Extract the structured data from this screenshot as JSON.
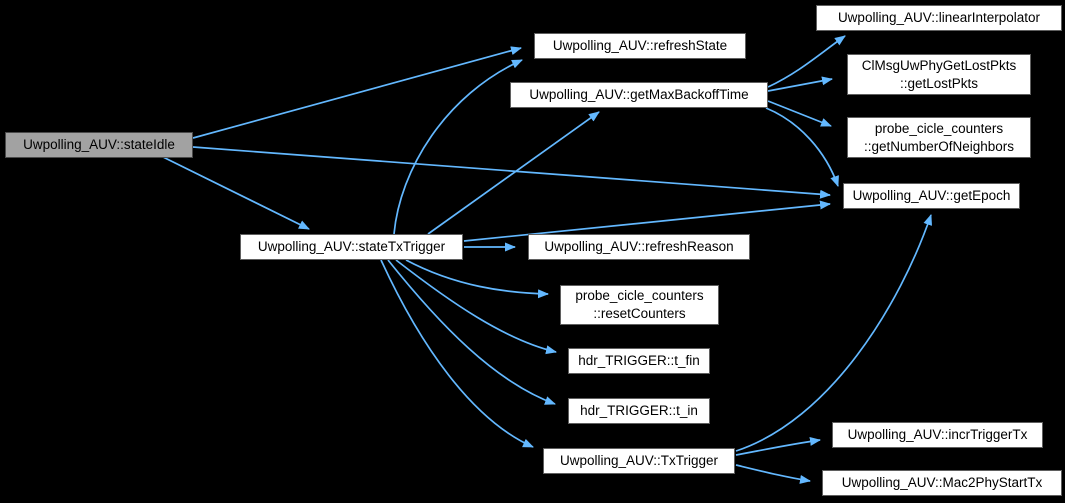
{
  "diagram": {
    "type": "call-graph",
    "background_color": "#000000",
    "edge_color": "#63b8ff",
    "node_fill": "#ffffff",
    "node_border": "#5f5f5f",
    "highlight_fill": "#a2a2a2",
    "nodes": {
      "stateIdle": {
        "label": "Uwpolling_AUV::stateIdle",
        "highlighted": true
      },
      "refreshState": {
        "label": "Uwpolling_AUV::refreshState"
      },
      "getMaxBackoffTime": {
        "label": "Uwpolling_AUV::getMaxBackoffTime"
      },
      "linearInterpolator": {
        "label": "Uwpolling_AUV::linearInterpolator"
      },
      "getLostPkts": {
        "line1": "ClMsgUwPhyGetLostPkts",
        "line2": "::getLostPkts"
      },
      "getNumberOfNeighbors": {
        "line1": "probe_cicle_counters",
        "line2": "::getNumberOfNeighbors"
      },
      "getEpoch": {
        "label": "Uwpolling_AUV::getEpoch"
      },
      "stateTxTrigger": {
        "label": "Uwpolling_AUV::stateTxTrigger"
      },
      "refreshReason": {
        "label": "Uwpolling_AUV::refreshReason"
      },
      "resetCounters": {
        "line1": "probe_cicle_counters",
        "line2": "::resetCounters"
      },
      "t_fin": {
        "label": "hdr_TRIGGER::t_fin"
      },
      "t_in": {
        "label": "hdr_TRIGGER::t_in"
      },
      "TxTrigger": {
        "label": "Uwpolling_AUV::TxTrigger"
      },
      "incrTriggerTx": {
        "label": "Uwpolling_AUV::incrTriggerTx"
      },
      "Mac2PhyStartTx": {
        "label": "Uwpolling_AUV::Mac2PhyStartTx"
      }
    },
    "edges": [
      {
        "from": "stateIdle",
        "to": "refreshState"
      },
      {
        "from": "stateIdle",
        "to": "getEpoch"
      },
      {
        "from": "stateIdle",
        "to": "stateTxTrigger"
      },
      {
        "from": "stateTxTrigger",
        "to": "refreshState"
      },
      {
        "from": "stateTxTrigger",
        "to": "getMaxBackoffTime"
      },
      {
        "from": "stateTxTrigger",
        "to": "getEpoch"
      },
      {
        "from": "stateTxTrigger",
        "to": "refreshReason"
      },
      {
        "from": "stateTxTrigger",
        "to": "resetCounters"
      },
      {
        "from": "stateTxTrigger",
        "to": "t_fin"
      },
      {
        "from": "stateTxTrigger",
        "to": "t_in"
      },
      {
        "from": "stateTxTrigger",
        "to": "TxTrigger"
      },
      {
        "from": "getMaxBackoffTime",
        "to": "linearInterpolator"
      },
      {
        "from": "getMaxBackoffTime",
        "to": "getLostPkts"
      },
      {
        "from": "getMaxBackoffTime",
        "to": "getNumberOfNeighbors"
      },
      {
        "from": "getMaxBackoffTime",
        "to": "getEpoch"
      },
      {
        "from": "TxTrigger",
        "to": "getEpoch"
      },
      {
        "from": "TxTrigger",
        "to": "incrTriggerTx"
      },
      {
        "from": "TxTrigger",
        "to": "Mac2PhyStartTx"
      }
    ]
  }
}
